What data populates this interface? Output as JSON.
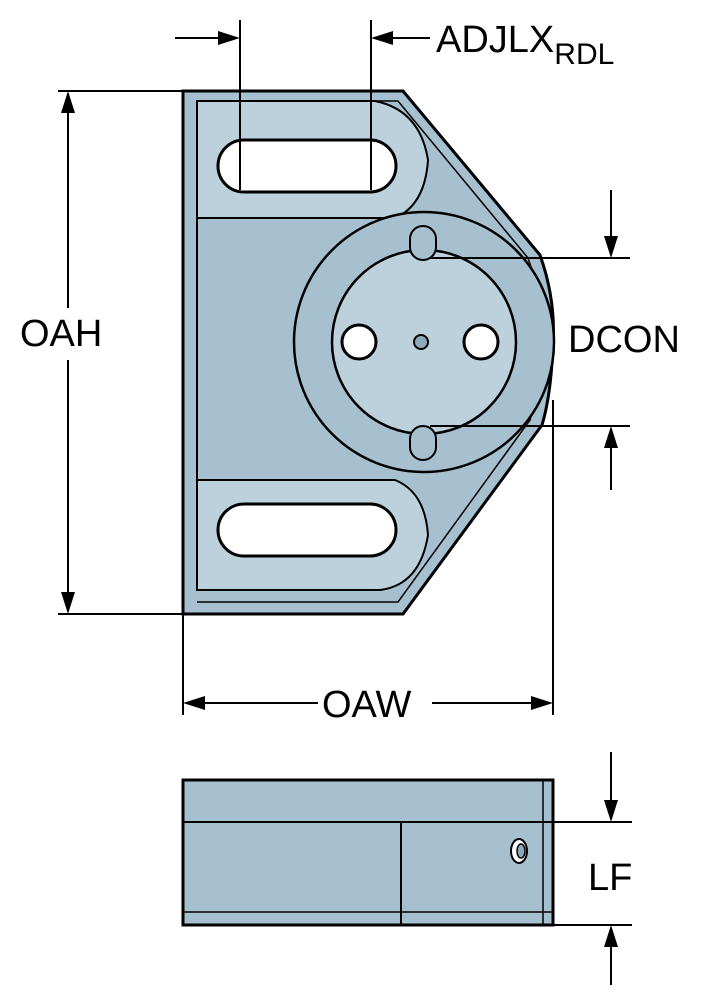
{
  "colors": {
    "part_fill": "#a7c0cf",
    "part_light": "#bdd1dd",
    "part_dark": "#8da9ba",
    "outline": "#000000",
    "background": "#ffffff"
  },
  "labels": {
    "adjlx_main": "ADJLX",
    "adjlx_sub": "RDL",
    "oah": "OAH",
    "dcon": "DCON",
    "oaw": "OAW",
    "lf": "LF"
  }
}
